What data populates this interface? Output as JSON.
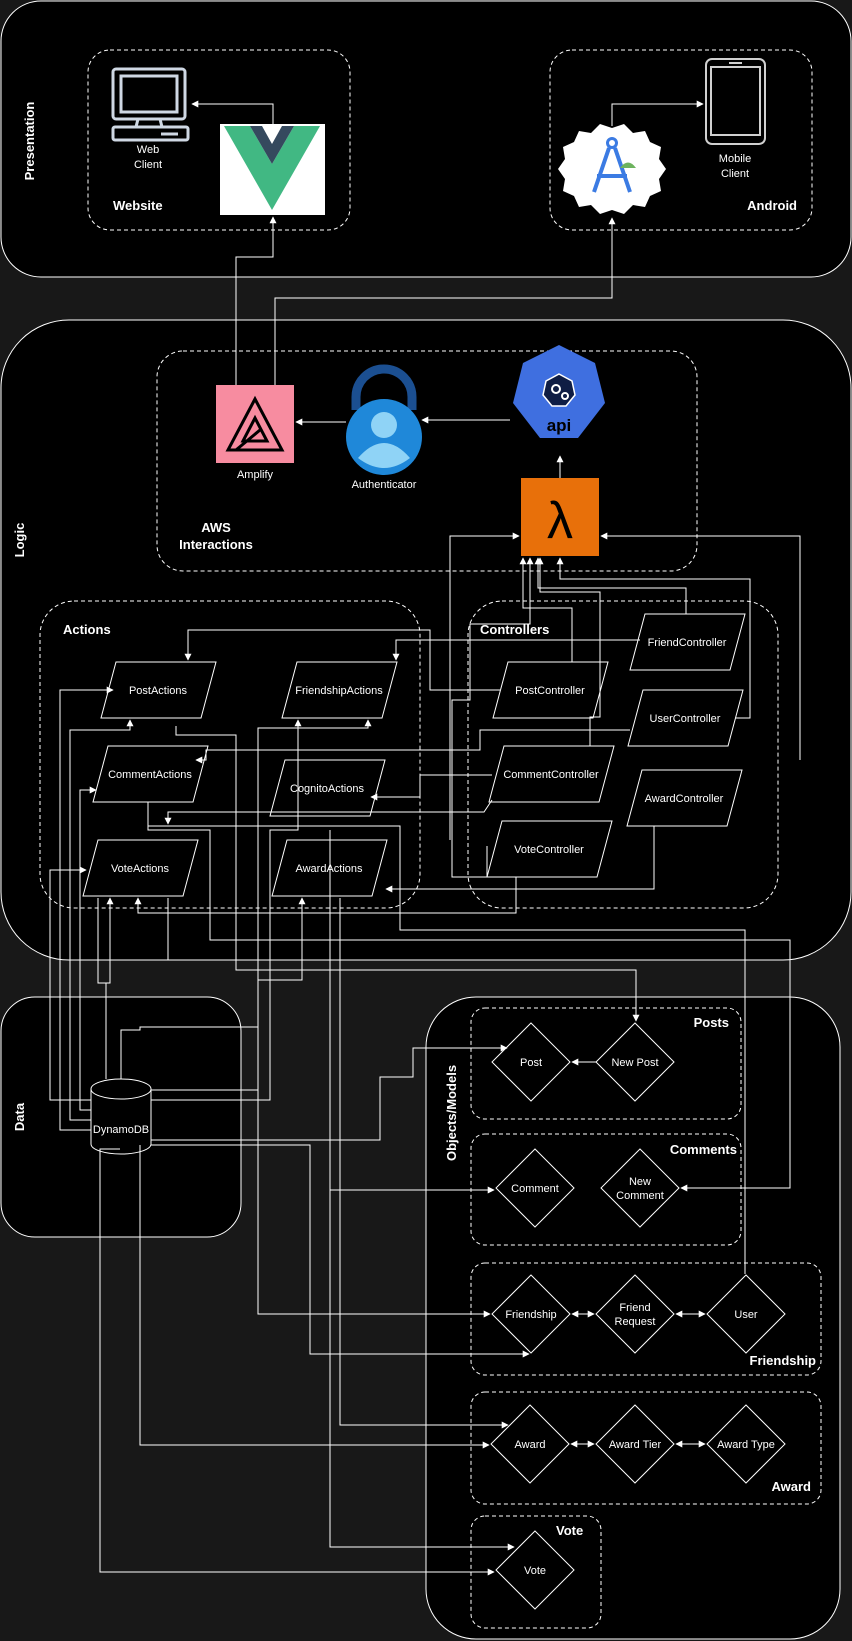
{
  "layers": {
    "presentation": "Presentation",
    "logic": "Logic",
    "data": "Data",
    "objects_models": "Objects/Models"
  },
  "groups": {
    "website": "Website",
    "android": "Android",
    "aws_line1": "AWS",
    "aws_line2": "Interactions",
    "actions": "Actions",
    "controllers": "Controllers",
    "posts": "Posts",
    "comments": "Comments",
    "friendship": "Friendship",
    "award": "Award",
    "vote": "Vote"
  },
  "clients": {
    "web_line1": "Web",
    "web_line2": "Client",
    "mobile_line1": "Mobile",
    "mobile_line2": "Client"
  },
  "services": {
    "amplify": "Amplify",
    "authenticator": "Authenticator",
    "api": "api",
    "lambda": "λ",
    "database": "DynamoDB"
  },
  "actions": {
    "post": "PostActions",
    "friendship": "FriendshipActions",
    "comment": "CommentActions",
    "cognito": "CognitoActions",
    "vote": "VoteActions",
    "award": "AwardActions"
  },
  "controllers": {
    "friend": "FriendController",
    "post": "PostController",
    "user": "UserController",
    "comment": "CommentController",
    "award": "AwardController",
    "vote": "VoteController"
  },
  "models": {
    "post": "Post",
    "new_post": "New Post",
    "comment": "Comment",
    "new_comment_line1": "New",
    "new_comment_line2": "Comment",
    "friendship": "Friendship",
    "friend_request_line1": "Friend",
    "friend_request_line2": "Request",
    "user": "User",
    "award": "Award",
    "award_tier": "Award Tier",
    "award_type": "Award Type",
    "vote": "Vote"
  },
  "colors": {
    "background": "#181818",
    "layer_fill": "#000000",
    "line": "#ffffff",
    "amplify": "#f78ca0",
    "lambda": "#e8700a",
    "api": "#3f6fe0",
    "vue_green": "#41b883",
    "vue_dark": "#35495e",
    "authenticator": "#1f88d9"
  }
}
